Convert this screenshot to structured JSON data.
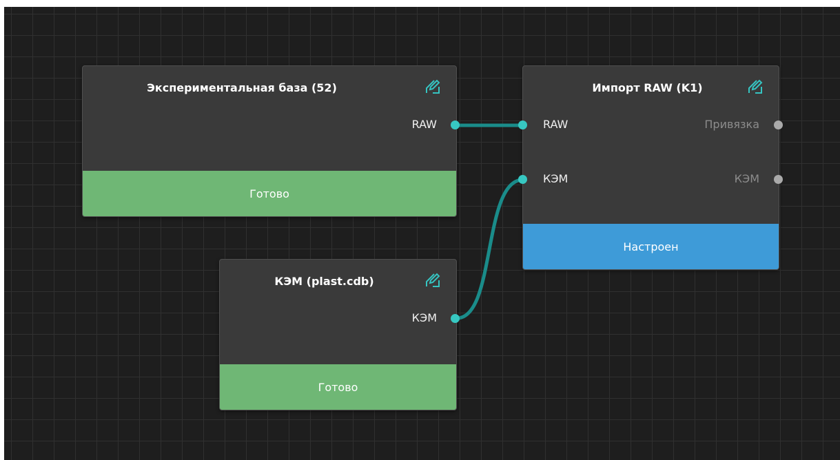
{
  "nodes": {
    "exp_base": {
      "title": "Экспериментальная база (52)",
      "output_port": "RAW",
      "status": "Готово"
    },
    "kem_source": {
      "title": "КЭМ (plast.cdb)",
      "output_port": "КЭМ",
      "status": "Готово"
    },
    "import_raw": {
      "title": "Импорт RAW (K1)",
      "input_ports": [
        "RAW",
        "КЭМ"
      ],
      "output_ports": [
        "Привязка",
        "КЭМ"
      ],
      "status": "Настроен"
    }
  },
  "colors": {
    "canvas": "#1e1e1e",
    "node": "#3a3a3a",
    "ready": "#6fb775",
    "configured": "#3e9bd8",
    "wire": "#1a8c8a",
    "port_connected": "#37c8c2",
    "port_idle": "#aaaaaa",
    "edit_icon": "#35c5c2"
  },
  "icons": {
    "edit": "edit-icon"
  }
}
